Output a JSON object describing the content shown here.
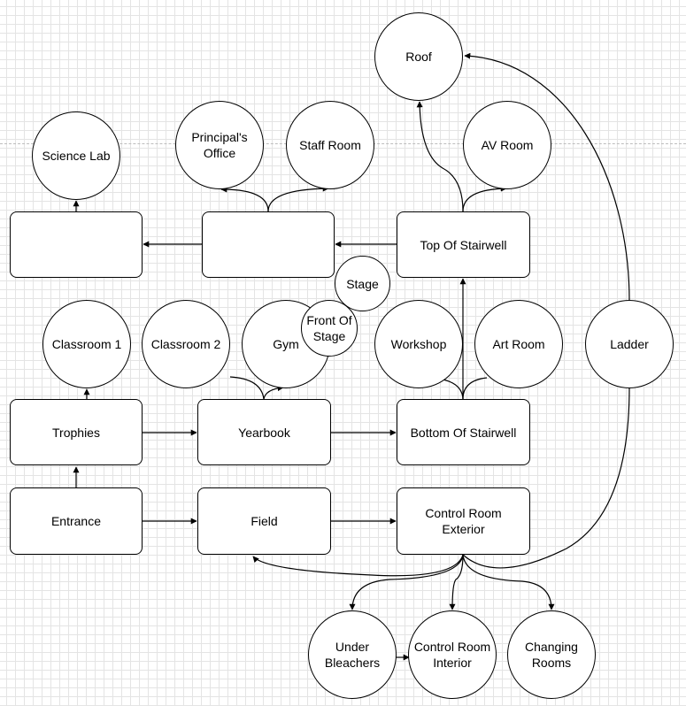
{
  "diagram": {
    "nodes": {
      "roof": "Roof",
      "science_lab": "Science Lab",
      "principals_office": "Principal's\nOffice",
      "staff_room": "Staff Room",
      "av_room": "AV Room",
      "blank_left": "",
      "blank_middle": "",
      "top_of_stairwell": "Top Of Stairwell",
      "stage": "Stage",
      "classroom_1": "Classroom 1",
      "classroom_2": "Classroom 2",
      "gym": "Gym",
      "front_of_stage": "Front Of\nStage",
      "workshop": "Workshop",
      "art_room": "Art Room",
      "ladder": "Ladder",
      "trophies": "Trophies",
      "yearbook": "Yearbook",
      "bottom_of_stairwell": "Bottom Of Stairwell",
      "entrance": "Entrance",
      "field": "Field",
      "control_room_exterior": "Control Room\nExterior",
      "under_bleachers": "Under\nBleachers",
      "control_room_interior": "Control Room\nInterior",
      "changing_rooms": "Changing\nRooms"
    },
    "edges": [
      [
        "entrance",
        "trophies"
      ],
      [
        "entrance",
        "field"
      ],
      [
        "trophies",
        "yearbook"
      ],
      [
        "trophies",
        "classroom_1"
      ],
      [
        "yearbook",
        "bottom_of_stairwell"
      ],
      [
        "yearbook",
        "gym"
      ],
      [
        "yearbook",
        "classroom_2"
      ],
      [
        "field",
        "control_room_exterior"
      ],
      [
        "bottom_of_stairwell",
        "top_of_stairwell"
      ],
      [
        "bottom_of_stairwell",
        "workshop"
      ],
      [
        "bottom_of_stairwell",
        "art_room"
      ],
      [
        "top_of_stairwell",
        "blank_middle"
      ],
      [
        "blank_middle",
        "blank_left"
      ],
      [
        "blank_left",
        "science_lab"
      ],
      [
        "blank_middle",
        "principals_office"
      ],
      [
        "blank_middle",
        "staff_room"
      ],
      [
        "top_of_stairwell",
        "roof"
      ],
      [
        "top_of_stairwell",
        "av_room"
      ],
      [
        "control_room_exterior",
        "field"
      ],
      [
        "control_room_exterior",
        "under_bleachers"
      ],
      [
        "control_room_exterior",
        "control_room_interior"
      ],
      [
        "control_room_exterior",
        "changing_rooms"
      ],
      [
        "under_bleachers",
        "control_room_interior"
      ],
      [
        "control_room_exterior",
        "ladder"
      ],
      [
        "ladder",
        "roof"
      ]
    ]
  }
}
